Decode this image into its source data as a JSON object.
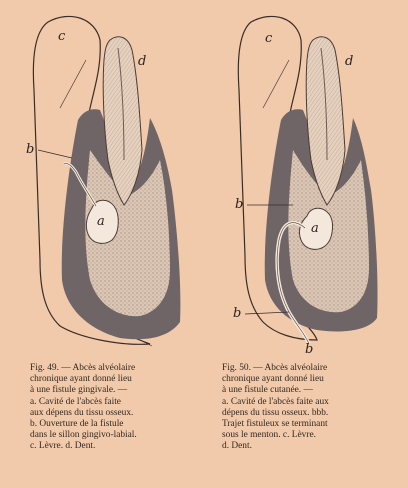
{
  "figure49": {
    "labels": {
      "c": "c",
      "d": "d",
      "b": "b",
      "a": "a"
    },
    "caption_lines": [
      "Fig. 49. — Abcès alvéolaire",
      "chronique ayant donné lieu",
      "à une fistule gingivale. —",
      "a. Cavité de l'abcès faite",
      "aux dépens du tissu osseux.",
      "b. Ouverture de la fistule",
      "dans le sillon gingivo-labial.",
      "c. Lèvre. d. Dent."
    ]
  },
  "figure50": {
    "labels": {
      "c": "c",
      "d": "d",
      "b_upper": "b",
      "b_lower": "b",
      "b_bottom": "b",
      "a": "a"
    },
    "caption_lines": [
      "Fig. 50. — Abcès alvéolaire",
      "chronique ayant donné lieu",
      "à une fistule cutanée. —",
      "a. Cavité de l'abcès faite aux",
      "dépens du tissu osseux. bbb.",
      "Trajet fistuleux se terminant",
      "sous le menton. c. Lèvre.",
      "d. Dent."
    ]
  },
  "colors": {
    "paper": "#f1c9ab",
    "ink": "#2c231f",
    "bone": "#ddc7b3",
    "dark_tissue": "#6e6466",
    "tooth": "#e8d3c1"
  }
}
